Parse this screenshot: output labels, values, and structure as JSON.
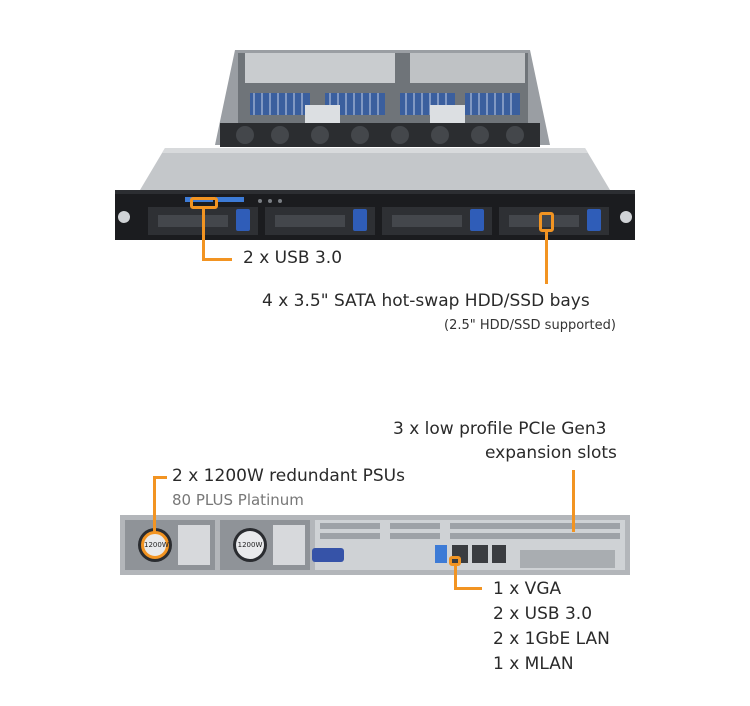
{
  "front_view": {
    "usb_label": "2 x USB 3.0",
    "bays_label": "4 x 3.5\" SATA hot-swap HDD/SSD bays",
    "bays_sub": "(2.5\" HDD/SSD supported)"
  },
  "rear_view": {
    "psu_label": "2 x 1200W redundant PSUs",
    "psu_sub": "80 PLUS Platinum",
    "psu_badge": "1200W",
    "pcie_label_1": "3 x low profile PCIe Gen3",
    "pcie_label_2": "expansion slots",
    "io_items": [
      "1 x VGA",
      "2 x USB 3.0",
      "2 x 1GbE LAN",
      "1 x MLAN"
    ]
  },
  "colors": {
    "accent": "#f29422",
    "chassis_dark": "#1b1c1f",
    "bay_blue": "#2f5db8"
  }
}
